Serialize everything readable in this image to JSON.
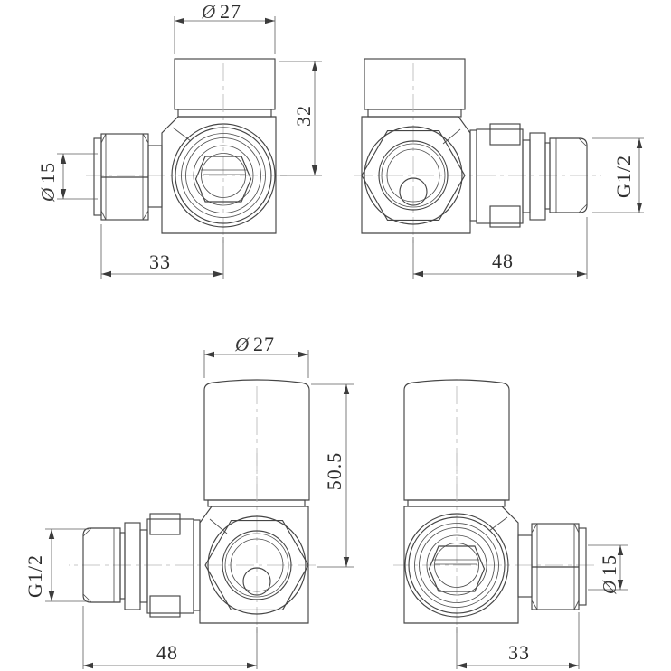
{
  "drawing": {
    "background": "#ffffff",
    "line_color": "#454545",
    "dim_text_color": "#2d2d2d",
    "views": {
      "top_left": {
        "dim_top_symbol": "Ø",
        "dim_top": "27",
        "dim_right": "32",
        "dim_left_symbol": "Ø",
        "dim_left": "15",
        "dim_bottom": "33"
      },
      "top_right": {
        "dim_right": "G1/2",
        "dim_bottom": "48"
      },
      "bottom_left": {
        "dim_top_symbol": "Ø",
        "dim_top": "27",
        "dim_right": "50.5",
        "dim_left": "G1/2",
        "dim_bottom": "48"
      },
      "bottom_right": {
        "dim_right_symbol": "Ø",
        "dim_right": "15",
        "dim_bottom": "33"
      }
    }
  }
}
